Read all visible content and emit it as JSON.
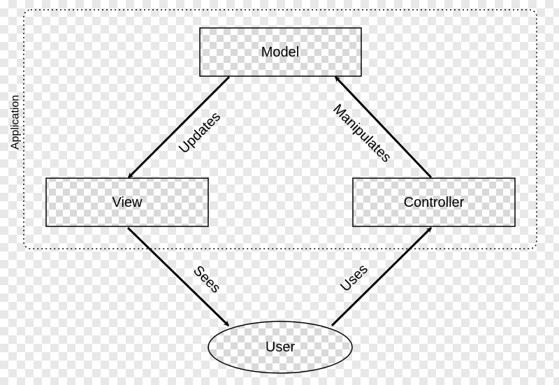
{
  "group": {
    "label": "Application"
  },
  "nodes": {
    "model": "Model",
    "view": "View",
    "controller": "Controller",
    "user": "User"
  },
  "edges": {
    "updates": "Updates",
    "manipulates": "Manipulates",
    "sees": "Sees",
    "uses": "Uses"
  },
  "colors": {
    "stroke": "#000000",
    "node_fill_light": "#ffffff",
    "node_fill_dark": "#d9d9d9"
  }
}
